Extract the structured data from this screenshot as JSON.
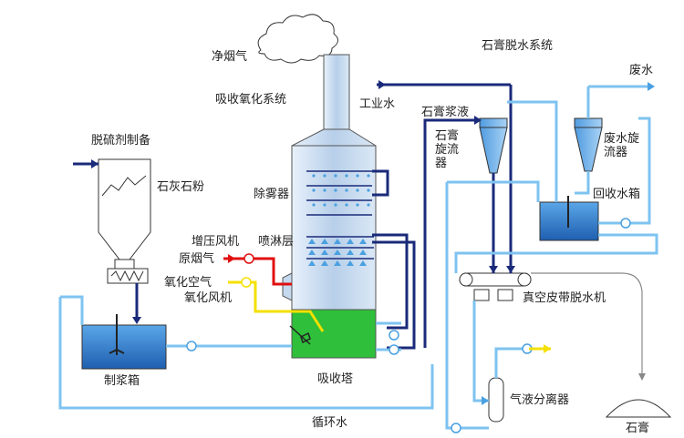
{
  "labels": {
    "clean_flue_gas": "净烟气",
    "absorption_oxidation_system": "吸收氧化系统",
    "desulfurizer_prep": "脱硫剂制备",
    "limestone_powder": "石灰石粉",
    "industrial_water": "工业水",
    "gypsum_dewatering_system": "石膏脱水系统",
    "gypsum_slurry": "石膏浆液",
    "gypsum_cyclone": "石膏旋流器",
    "wastewater": "废水",
    "wastewater_cyclone": "废水旋流器",
    "demister": "除雾器",
    "recovery_water_tank": "回收水箱",
    "booster_fan": "增压风机",
    "spray_layer": "喷淋层",
    "raw_flue_gas": "原烟气",
    "oxidation_air": "氧化空气",
    "oxidation_fan": "氧化风机",
    "vacuum_belt_filter": "真空皮带脱水机",
    "slurry_tank": "制浆箱",
    "absorber": "吸收塔",
    "gas_liquid_separator": "气液分离器",
    "gypsum": "石膏",
    "circulating_water": "循环水"
  },
  "colors": {
    "pipe_dark": "#1a2a7a",
    "pipe_light": "#7ec3f0",
    "flue_gas": "#e01010",
    "air": "#f5e000",
    "tower": "#c5d9ef",
    "slurry": "#2fbf3a",
    "water_tank": "#2e7fd4"
  }
}
